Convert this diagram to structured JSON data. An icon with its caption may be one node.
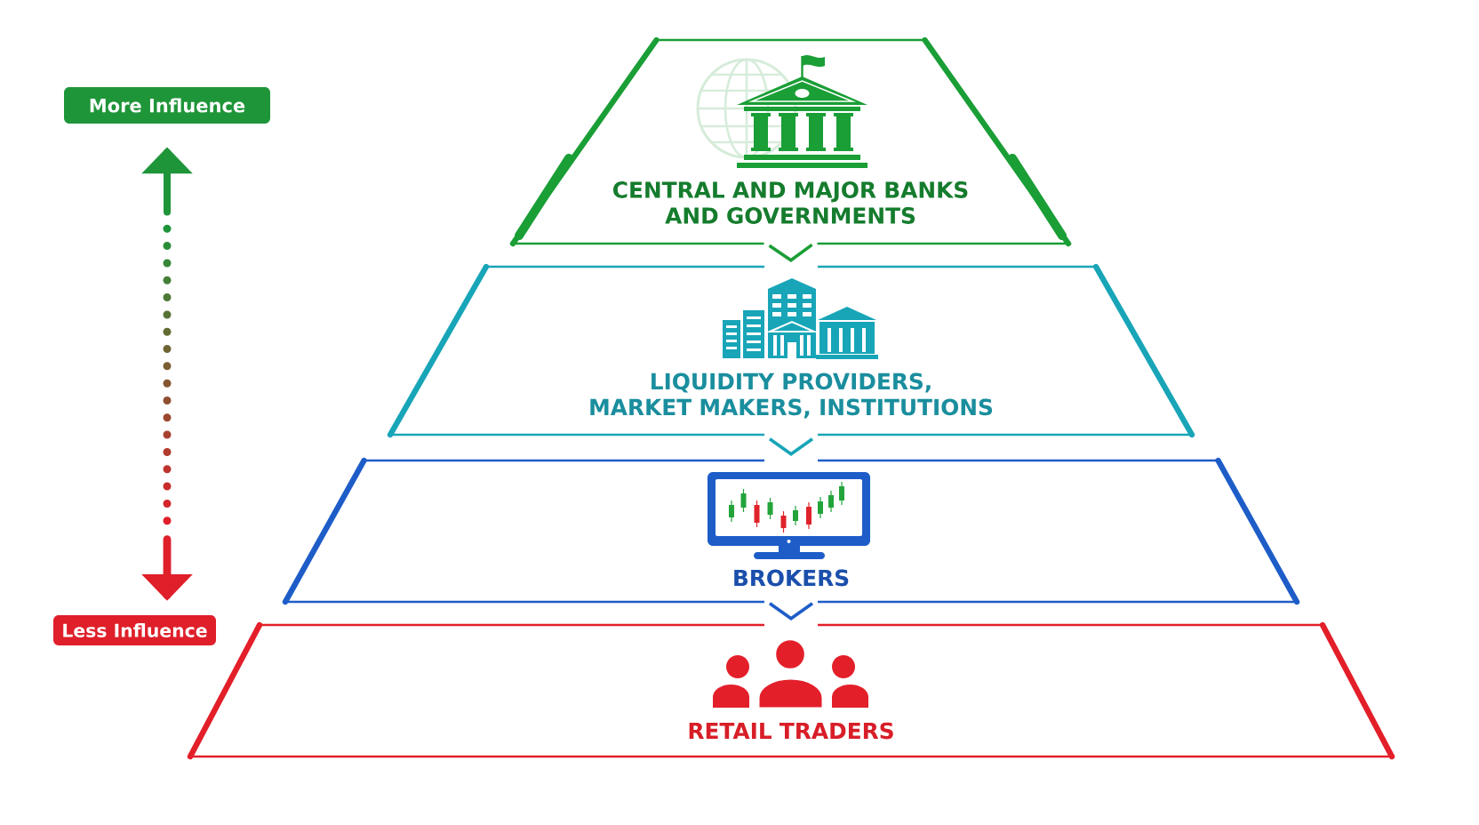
{
  "diagram": {
    "nodes": [
      {
        "text": [
          "CENTRAL AND MAJOR BANKS AND GOVERNMENTS"
        ]
      },
      {
        "text": [
          "LIQUIDITY PROVIDERS, MARKET MAKERS, INSTITUTIONS"
        ]
      },
      {
        "text": [
          "BROKERS"
        ]
      },
      {
        "text": [
          "RETAIL TRADERS"
        ]
      },
      {
        "text": [
          "More Influence"
        ]
      },
      {
        "text": [
          "Less Influence"
        ]
      }
    ],
    "edges": [
      {
        "from": 0,
        "to": 1,
        "arrow": "to",
        "color": "#1a9e36"
      },
      {
        "from": 1,
        "to": 2,
        "arrow": "to",
        "color": "#18a5b8"
      },
      {
        "from": 2,
        "to": 3,
        "arrow": "to",
        "color": "#1e5dc8"
      },
      {
        "from": 4,
        "to": 5,
        "arrow": "both",
        "style": "dashed"
      }
    ]
  }
}
